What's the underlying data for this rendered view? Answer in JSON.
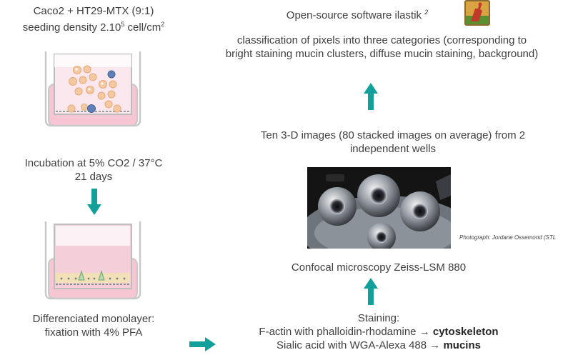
{
  "left": {
    "culture_line1": "Caco2 + HT29-MTX (9:1)",
    "culture_line2": "seeding density 2.10",
    "culture_line2_sup": "5",
    "culture_line2_tail": " cell/cm",
    "culture_line2_tail_sup": "2",
    "incubation_line1": "Incubation at 5% CO2 / 37°C",
    "incubation_line2": "21 days",
    "result_line1": "Differenciated monolayer:",
    "result_line2": "fixation with 4% PFA"
  },
  "right": {
    "software_text": "Open-source software ilastik",
    "software_ref": "2",
    "classification_line1": "classification of pixels into three categories (corresponding to",
    "classification_line2": "bright staining mucin clusters, diffuse mucin staining, background)",
    "images_line1": "Ten 3-D images (80 stacked images on average) from 2",
    "images_line2": "independent wells",
    "photo_credit": "Photograph: Jordane Ossemond (STL",
    "microscopy": "Confocal microscopy Zeiss-LSM 880",
    "staining_title": "Staining:",
    "staining_line1_a": "F-actin with phalloidin-rhodamine → ",
    "staining_line1_b": "cytoskeleton",
    "staining_line2_a": "Sialic acid with WGA-Alexa 488 → ",
    "staining_line2_b": "mucins"
  },
  "colors": {
    "arrow": "#12a19a",
    "medium_pink": "#f6c6d2",
    "cell_orange": "#f3c9a1",
    "cell_blue": "#5f7fb8"
  }
}
